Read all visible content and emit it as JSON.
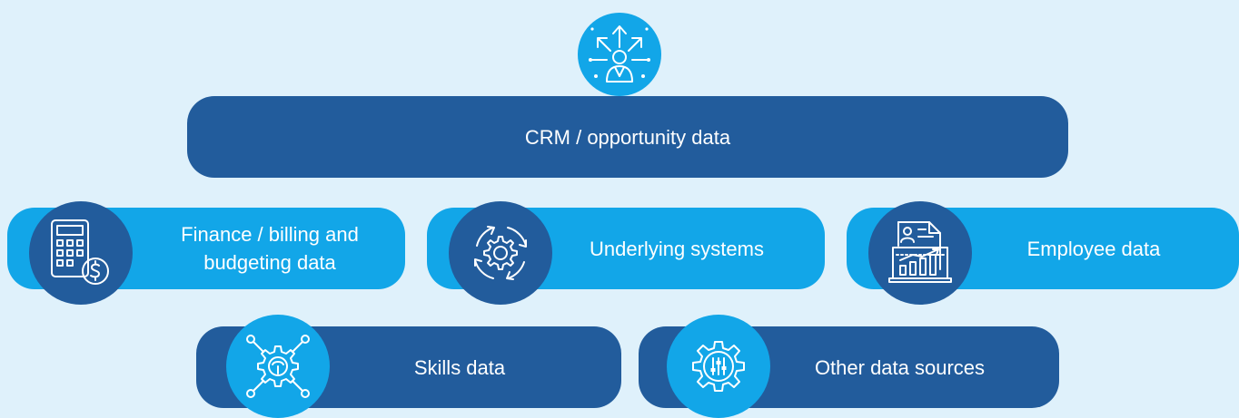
{
  "colors": {
    "background": "#dff1fb",
    "dark_blue": "#225c9c",
    "light_blue": "#12a6e8",
    "text": "#ffffff"
  },
  "top": {
    "icon": "person-with-arrows-icon",
    "label": "CRM / opportunity data"
  },
  "row1": [
    {
      "icon": "calculator-dollar-icon",
      "line1": "Finance / billing and",
      "line2": "budgeting data"
    },
    {
      "icon": "gear-cycle-icon",
      "label": "Underlying systems"
    },
    {
      "icon": "report-chart-icon",
      "label": "Employee data"
    }
  ],
  "row2": [
    {
      "icon": "gear-network-icon",
      "label": "Skills data"
    },
    {
      "icon": "gear-sliders-icon",
      "label": "Other data sources"
    }
  ]
}
